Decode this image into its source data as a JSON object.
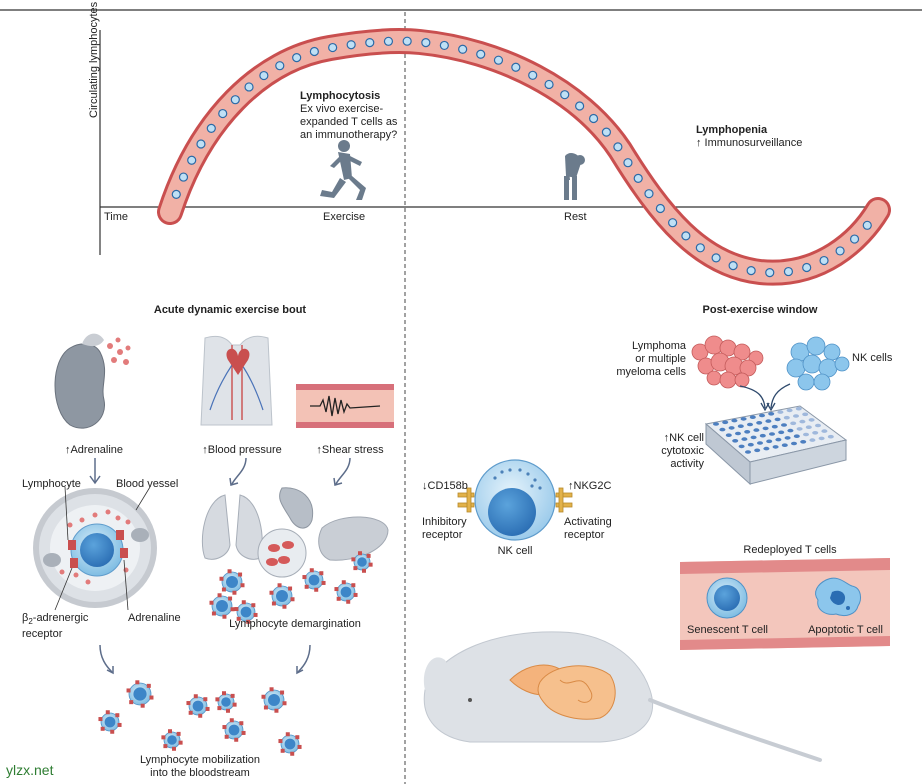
{
  "graph": {
    "y_label": "Circulating lymphocytes",
    "x_time": "Time",
    "x_exercise": "Exercise",
    "x_rest": "Rest",
    "lymphocytosis_title": "Lymphocytosis",
    "lymphocytosis_line1": "Ex vivo exercise-",
    "lymphocytosis_line2": "expanded T cells as",
    "lymphocytosis_line3": "an immunotherapy?",
    "lymphopenia_title": "Lymphopenia",
    "lymphopenia_sub": "↑ Immunosurveillance"
  },
  "left": {
    "heading": "Acute dynamic exercise bout",
    "adrenaline": "↑Adrenaline",
    "blood_pressure": "↑Blood pressure",
    "shear_stress": "↑Shear stress",
    "lymphocyte": "Lymphocyte",
    "blood_vessel": "Blood vessel",
    "beta_line1_pre": "β",
    "beta_sub": "2",
    "beta_line1_post": "-adrenergic",
    "beta_line2": "receptor",
    "adrenaline_label": "Adrenaline",
    "demargination": "Lymphocyte demargination",
    "mobilization_line1": "Lymphocyte mobilization",
    "mobilization_line2": "into the bloodstream"
  },
  "nk": {
    "cd158b": "↓CD158b",
    "nkg2c": "↑NKG2C",
    "inhibitory_line1": "Inhibitory",
    "inhibitory_line2": "receptor",
    "activating_line1": "Activating",
    "activating_line2": "receptor",
    "nk_cell": "NK cell"
  },
  "right": {
    "heading": "Post-exercise window",
    "lymphoma_line1": "Lymphoma",
    "lymphoma_line2": "or multiple",
    "lymphoma_line3": "myeloma cells",
    "nk_cells": "NK cells",
    "nk_act_line1": "↑NK cell",
    "nk_act_line2": "cytotoxic",
    "nk_act_line3": "activity",
    "redeployed": "Redeployed T cells",
    "senescent": "Senescent T cell",
    "apoptotic": "Apoptotic T cell"
  },
  "watermark": "ylzx.net"
}
